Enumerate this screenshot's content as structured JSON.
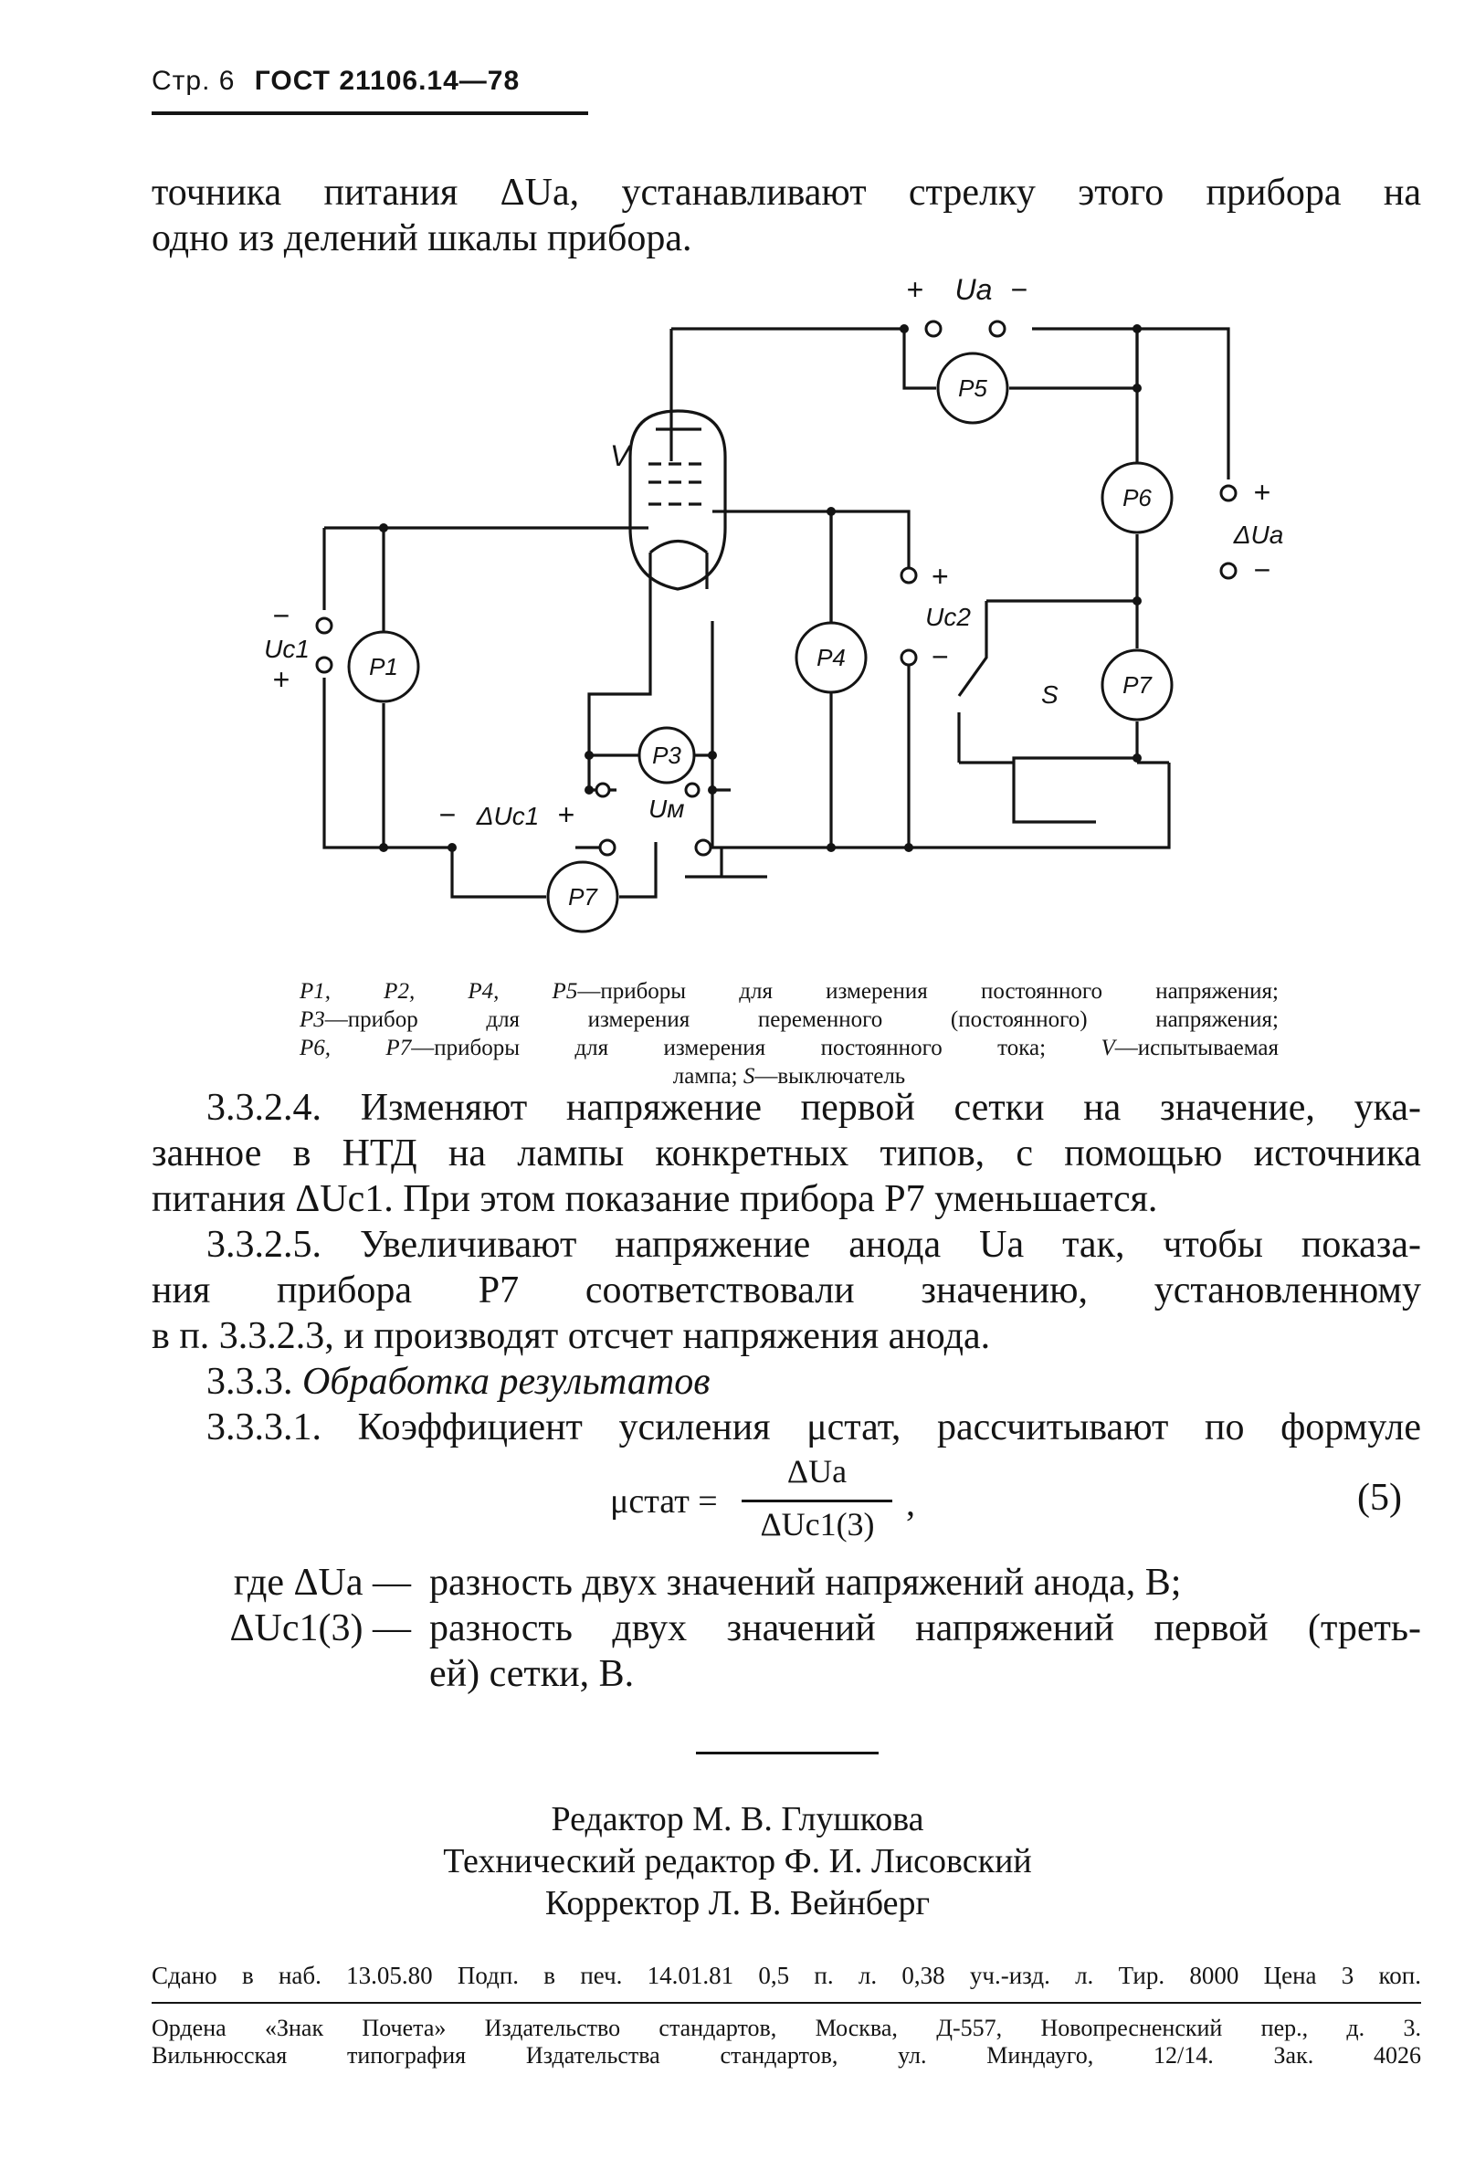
{
  "header": {
    "page": "Стр. 6",
    "standard": "ГОСТ 21106.14—78"
  },
  "intro": {
    "line1": "точника питания ΔUа, устанавливают стрелку этого прибора на",
    "line2": "одно из делений шкалы прибора."
  },
  "figure": {
    "ua_label": "Ua",
    "plus": "+",
    "minus": "−",
    "v_label": "V",
    "p1": "P1",
    "p3": "P3",
    "p4": "P4",
    "p5": "P5",
    "p6": "P6",
    "p7a": "P7",
    "p7b": "P7",
    "uc1_label": "Uc1",
    "duc1_label": "ΔUc1",
    "ua_delta_label": "ΔUa",
    "uc2_label": "Uc2",
    "um_label": "Uм",
    "s_label": "S"
  },
  "caption": {
    "l1_instruments": "P1, P2, P4, P5",
    "l1_text": "—приборы для измерения постоянного напряжения;",
    "l2_instrument": "P3",
    "l2_text": "—прибор для измерения переменного (постоянного) напряжения;",
    "l3_instruments": "P6, P7",
    "l3_text": "—приборы для измерения постоянного тока;",
    "l3_v": "V",
    "l3_v_text": "—испытываемая",
    "l4_text": "лампа;",
    "l4_s": "S",
    "l4_s_text": "—выключатель"
  },
  "body": {
    "p1_l1": "3.3.2.4. Изменяют напряжение первой сетки на значение, ука-",
    "p1_l2": "занное в НТД на лампы конкретных типов, с помощью источника",
    "p1_l3": "питания ΔUс1. При этом показание прибора P7 уменьшается.",
    "p2_l1": "3.3.2.5. Увеличивают напряжение анода Uа так, чтобы показа-",
    "p2_l2": "ния прибора P7 соответствовали значению, установленному",
    "p2_l3": "в п. 3.3.2.3, и производят отсчет напряжения анода.",
    "section_num": "3.3.3.",
    "section_title": "Обработка результатов",
    "p3_l1": "3.3.3.1. Коэффициент усиления μстат, рассчитывают по формуле"
  },
  "formula": {
    "lhs": "μстат =",
    "numerator": "ΔUа",
    "denominator": "ΔUс1(3)",
    "comma": ",",
    "number": "(5)"
  },
  "where": {
    "term1": "где ΔUа —",
    "def1": "разность двух значений напряжений анода, В;",
    "term2": "ΔUс1(3) —",
    "def2_l1": "разность двух значений напряжений первой (треть-",
    "def2_l2": "ей) сетки, В."
  },
  "credits": {
    "editor": "Редактор М. В. Глушкова",
    "tech_editor": "Технический редактор Ф. И. Лисовский",
    "corrector": "Корректор Л. В. Вейнберг"
  },
  "imprint": {
    "line1": "Сдано в наб. 13.05.80 Подп. в печ. 14.01.81 0,5 п. л. 0,38 уч.-изд. л. Тир. 8000 Цена 3 коп.",
    "line2": "Ордена «Знак Почета» Издательство стандартов, Москва, Д-557, Новопресненский пер., д. 3.",
    "line3": "Вильнюсская типография Издательства стандартов, ул. Миндауго, 12/14. Зак. 4026"
  }
}
